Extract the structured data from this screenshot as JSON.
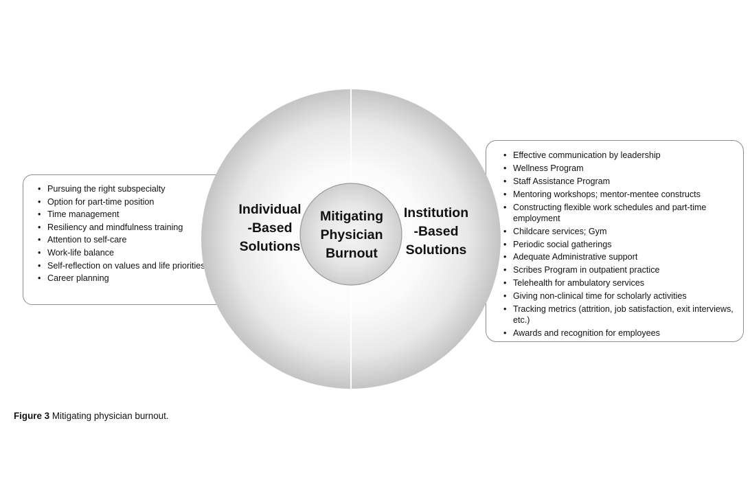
{
  "diagram": {
    "center_label": "Mitigating Physician Burnout",
    "center_lines": [
      "Mitigating",
      "Physician",
      "Burnout"
    ],
    "left_label_lines": [
      "Individual",
      "-Based",
      "Solutions"
    ],
    "right_label_lines": [
      "Institution",
      "-Based",
      "Solutions"
    ],
    "left_items": [
      "Pursuing the right subspecialty",
      "Option for part-time position",
      "Time management",
      "Resiliency and mindfulness training",
      "Attention to self-care",
      "Work-life balance",
      "Self-reflection on values and life priorities",
      "Career planning"
    ],
    "right_items": [
      "Effective communication by leadership",
      "Wellness Program",
      "Staff Assistance Program",
      "Mentoring workshops; mentor-mentee constructs",
      "Constructing flexible work schedules and part-time employment",
      "Childcare services; Gym",
      "Periodic social gatherings",
      "Adequate Administrative support",
      "Scribes Program in outpatient practice",
      "Telehealth for ambulatory services",
      "Giving non-clinical time for scholarly activities",
      "Tracking metrics (attrition, job satisfaction, exit interviews, etc.)",
      "Awards and recognition for employees"
    ],
    "colors": {
      "outline": "#8c8c8c",
      "text": "#111111",
      "wheel_shade": "#bdbdbd"
    }
  },
  "caption": {
    "figure_number": "Figure 3",
    "text": " Mitigating physician burnout."
  }
}
